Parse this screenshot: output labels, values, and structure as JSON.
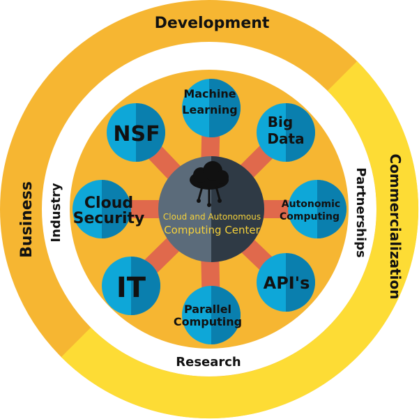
{
  "colors": {
    "outer_ring_orange": "#f6b632",
    "outer_ring_yellow": "#fddc35",
    "inner_disc": "#f6b632",
    "spoke": "#e0694c",
    "node_light": "#0ea7d8",
    "node_dark": "#0a7fae",
    "hub_light": "#5b6b7a",
    "hub_dark": "#2f3a45",
    "hub_text": "#f6d23a"
  },
  "ring_outer": {
    "top": "Development",
    "left": "Business",
    "right": "Commercialization"
  },
  "ring_inner": {
    "left": "Industry",
    "right": "Partnerships",
    "bottom": "Research"
  },
  "hub": {
    "icon": "cloud-network-icon",
    "line1": "Cloud and Autonomous",
    "line2": "Computing Center"
  },
  "nodes": {
    "machine_learning": [
      "Machine",
      "Learning"
    ],
    "big_data": [
      "Big",
      "Data"
    ],
    "autonomic_computing": [
      "Autonomic",
      "Computing"
    ],
    "apis": [
      "API's"
    ],
    "parallel_computing": [
      "Parallel",
      "Computing"
    ],
    "it": [
      "IT"
    ],
    "cloud_security": [
      "Cloud",
      "Security"
    ],
    "nsf": [
      "NSF"
    ]
  }
}
